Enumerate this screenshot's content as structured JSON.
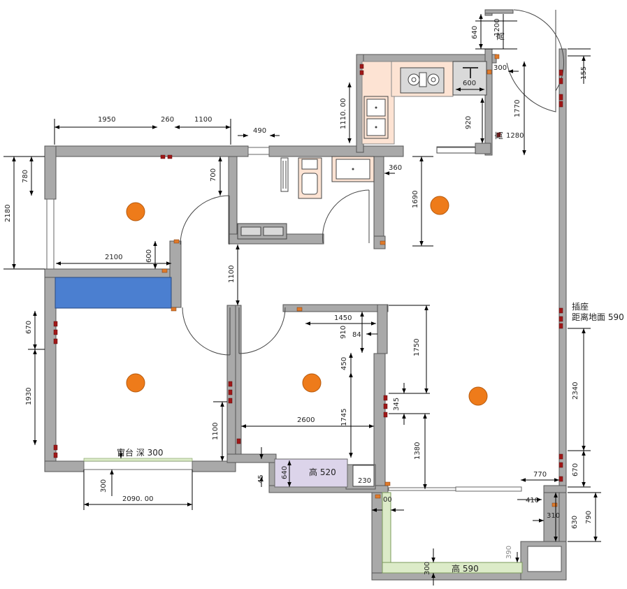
{
  "dimensions": {
    "d1950": "1950",
    "d260": "260",
    "d1100a": "1100",
    "d490": "490",
    "d2180": "2180",
    "d780": "780",
    "d700": "700",
    "d2100": "2100",
    "d600a": "600",
    "d1100b": "1100",
    "d1110": "1110. 00",
    "d640a": "640",
    "d1200": "1200",
    "d300a": "300",
    "d600b": "600",
    "d920": "920",
    "d1280": "1280",
    "d1770": "1770",
    "d155": "155",
    "d360": "360",
    "d1690": "1690",
    "d670a": "670",
    "d1930": "1930",
    "d1450": "1450",
    "d910": "910",
    "d84": "84",
    "d1750": "1750",
    "d450": "450",
    "d1745": "1745",
    "d345": "345",
    "d2600": "2600",
    "d1380": "1380",
    "d1100c": "1100",
    "d2340": "2340",
    "d670b": "670",
    "d770": "770",
    "d410": "410",
    "d310": "310",
    "d630": "630",
    "d790": "790",
    "d300b": "300",
    "d2090": "2090. 00",
    "d45": "45",
    "d640b": "640",
    "d230": "230",
    "d00": "00",
    "d390": "390",
    "d300c": "300"
  },
  "labels": {
    "windowsill": "窗台 深 300",
    "gao_a": "高",
    "gao_b": "高",
    "high520": "高 520",
    "high590": "高 590",
    "socket_title": "插座",
    "socket_height": "距离地面 590"
  },
  "colors": {
    "wall": "#a9a9a9",
    "kitchen_counter": "#fde3d3",
    "wardrobe": "#4b7fd0",
    "cabinet_520": "#dcd4ea",
    "balcony_counter": "#dcebc8",
    "light": "#ee7b1a",
    "outlet": "#a01818"
  },
  "icons": [
    "ceiling-light-icon",
    "socket-icon",
    "stove-icon",
    "sink-icon",
    "faucet-icon",
    "range-hood-icon",
    "radiator-icon",
    "washbasin-icon",
    "toilet-icon"
  ]
}
